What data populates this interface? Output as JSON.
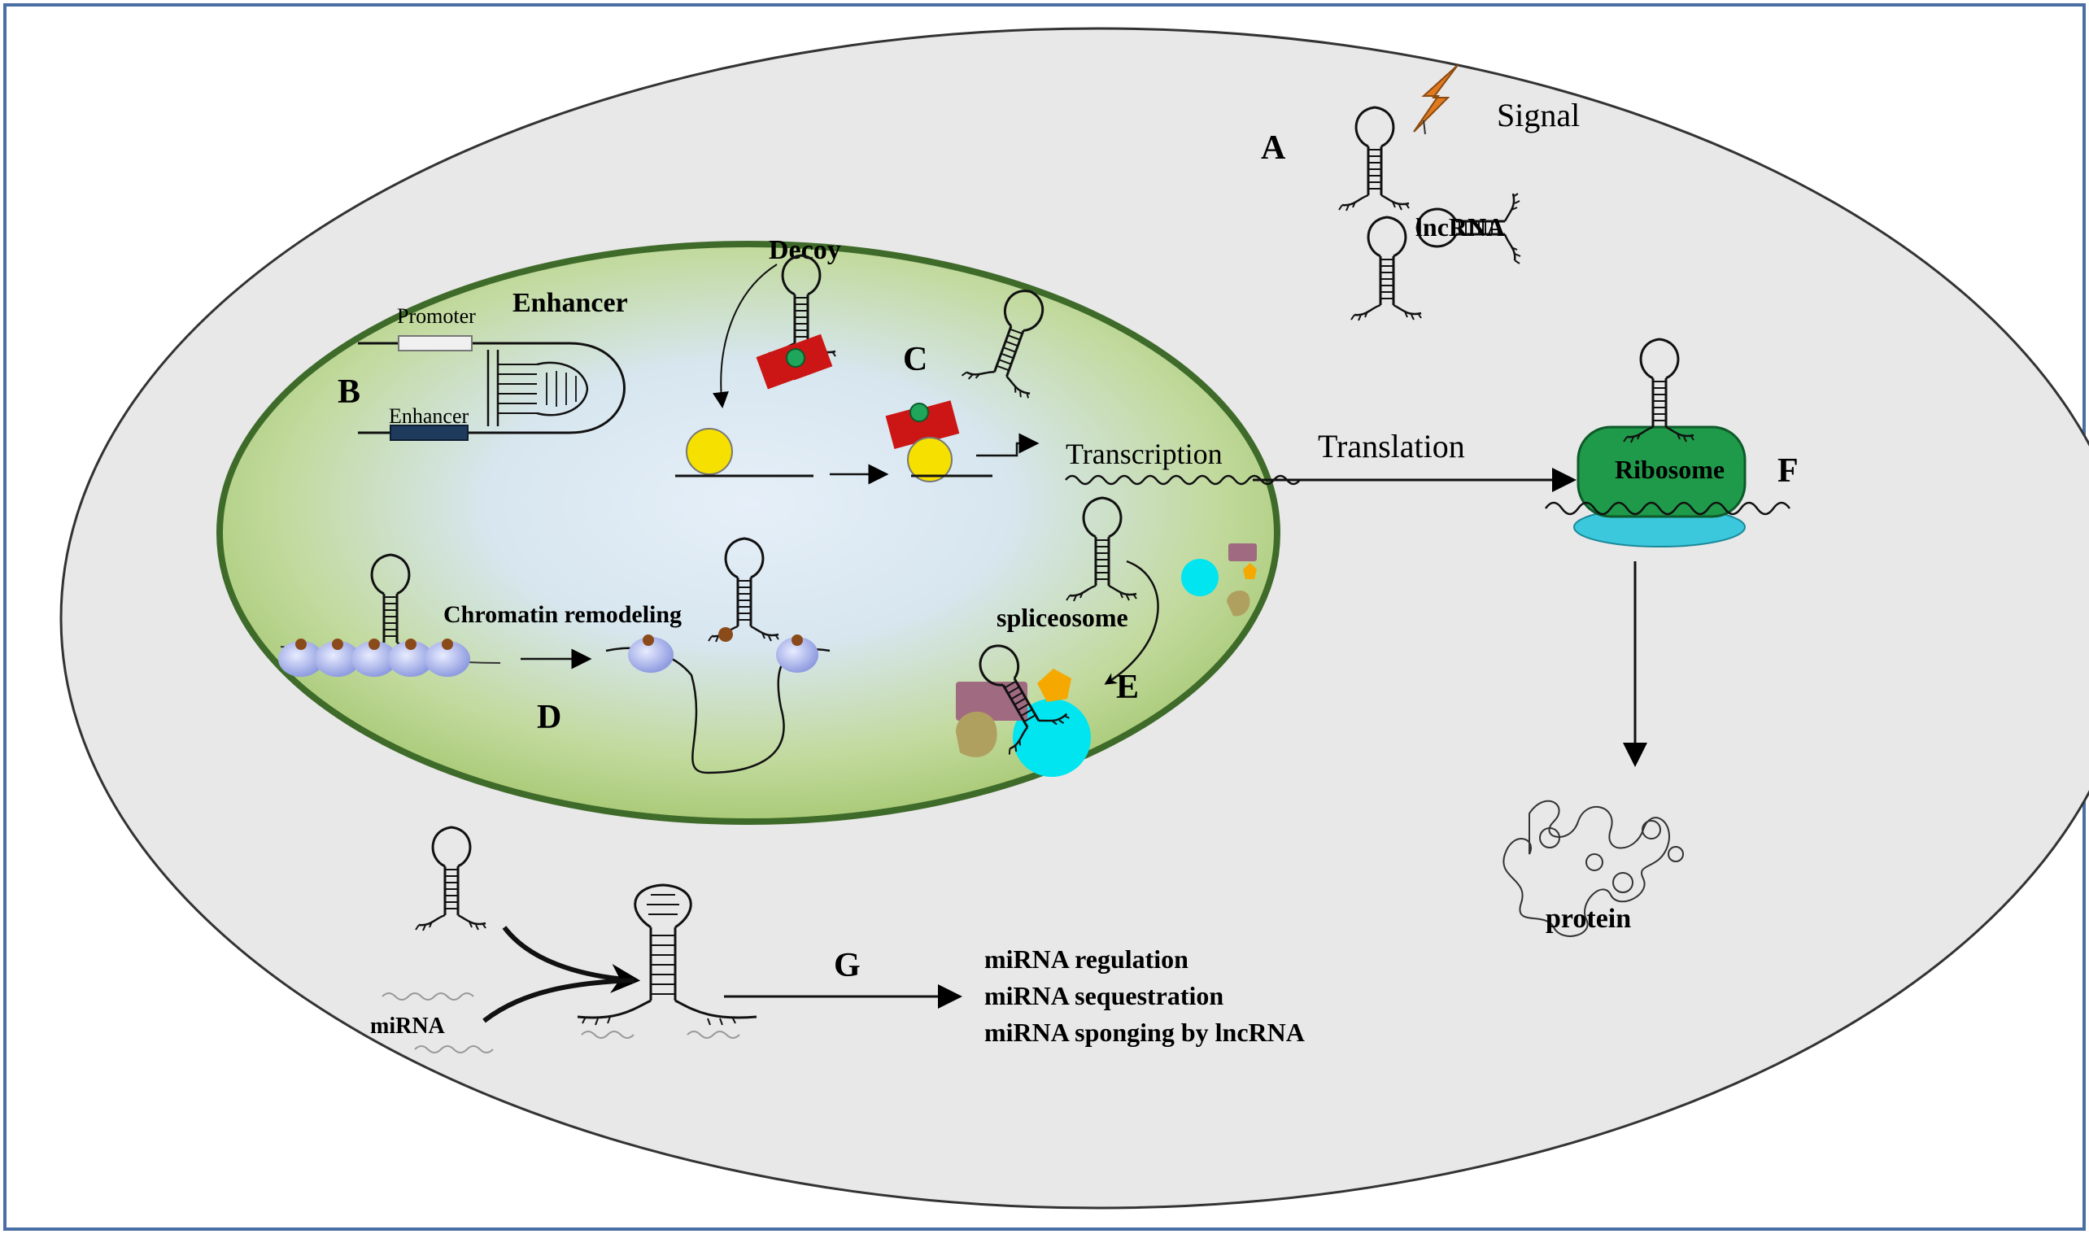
{
  "labels": {
    "A": "A",
    "B": "B",
    "C": "C",
    "D": "D",
    "E": "E",
    "F": "F",
    "G": "G"
  },
  "text": {
    "signal": "Signal",
    "lncrna": "lncRNA",
    "enhancer_title": "Enhancer",
    "promoter": "Promoter",
    "enhancer_bar": "Enhancer",
    "decoy": "Decoy",
    "transcription": "Transcription",
    "translation": "Translation",
    "ribosome": "Ribosome",
    "chromatin_remodeling": "Chromatin remodeling",
    "spliceosome": "spliceosome",
    "protein": "protein",
    "mirna": "miRNA",
    "mirna_regulation": "miRNA regulation",
    "mirna_sequestration": "miRNA sequestration",
    "mirna_sponging": "miRNA sponging by lncRNA"
  },
  "colors": {
    "frame": "#4a6fa5",
    "cell_fill": "#e8e8e8",
    "nucleus_border": "#3f6b2a",
    "nucleus_center": "#dde9f5",
    "nucleus_edge": "#b5d08a",
    "decoy_red": "#cc1515",
    "ligand_green": "#1fa65a",
    "yellow_factor": "#f5e000",
    "ribosome_green": "#1f9a4a",
    "ribosome_cyan": "#3cc8dc",
    "splice_cyan": "#00e5f0",
    "splice_mauve": "#a06a80",
    "splice_orange": "#f5a800",
    "splice_olive": "#b0a060",
    "promoter_bar": "#f0f0f0",
    "enhancer_bar": "#1e3a5c",
    "nucleosome": "#a9b4e8",
    "histone_mark": "#8b4a1a",
    "signal_bolt": "#e07a20"
  }
}
